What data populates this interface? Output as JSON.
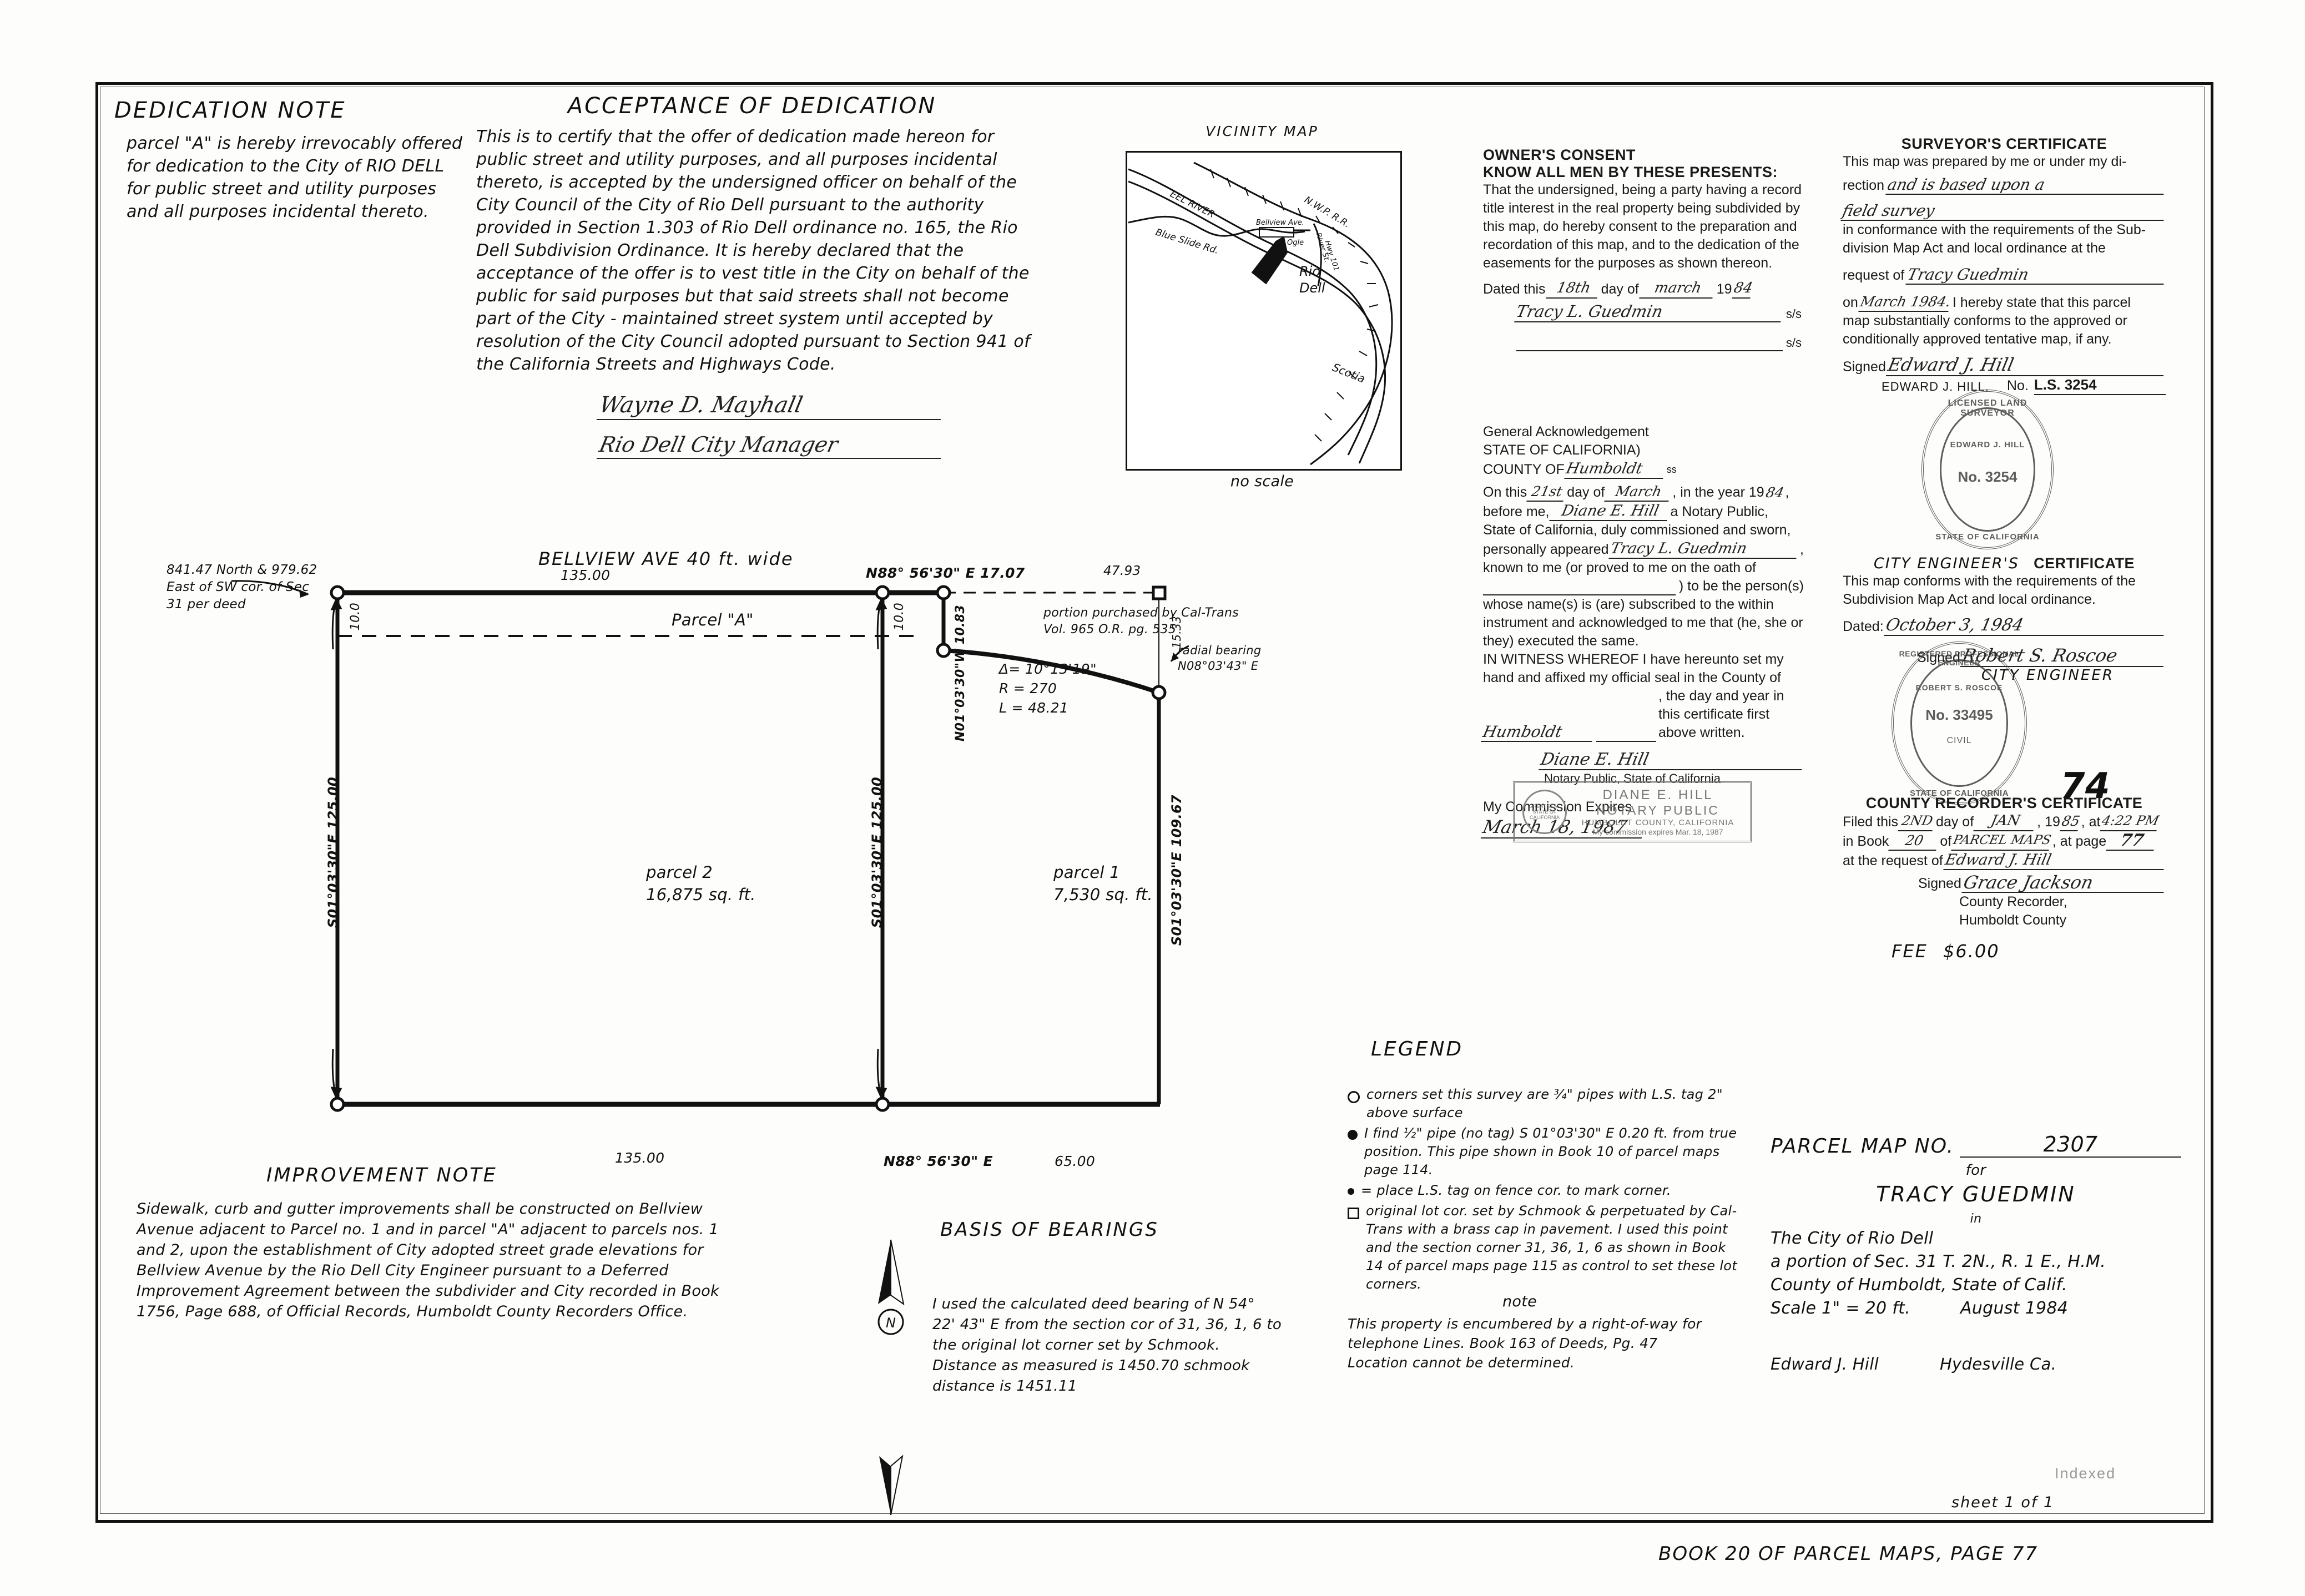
{
  "document": {
    "kind": "parcel-map",
    "footer": "BOOK 20 OF PARCEL MAPS, PAGE 77",
    "footer_book": "20",
    "footer_page": "77"
  },
  "dedication_note": {
    "heading": "DEDICATION NOTE",
    "body": "parcel \"A\" is hereby irrevocably offered for dedication to the City of RIO DELL for public street and utility purposes and all purposes incidental thereto."
  },
  "acceptance": {
    "heading": "ACCEPTANCE OF DEDICATION",
    "body": "This is to certify that the offer of dedication made hereon for public street and utility purposes, and all purposes incidental thereto, is accepted by the undersigned officer on behalf of the City Council of the City of Rio Dell pursuant to the authority provided in Section 1.303 of Rio Dell ordinance no. 165, the Rio Dell Subdivision Ordinance.    It is hereby declared that the acceptance of the offer is to vest title in the City on behalf of the public for said purposes but that said streets shall not become part of the City - maintained street system until accepted by resolution of the City Council adopted pursuant to Section 941 of the California Streets and Highways Code.",
    "signature": "Wayne D. Mayhall",
    "signature_title": "Rio Dell City Manager"
  },
  "vicinity_map": {
    "title": "VICINITY MAP",
    "scale_note": "no scale",
    "labels": [
      "EEL RIVER",
      "Blue Slide Rd.",
      "N.W.P. R.R.",
      "Bellview Ave.",
      "Ogle",
      "River St.",
      "Hwy 101",
      "Rio Dell",
      "Scotia"
    ]
  },
  "owners_consent": {
    "heading": "OWNER'S CONSENT",
    "subheading": "KNOW ALL MEN BY THESE PRESENTS:",
    "body": "That the undersigned, being a party having a record title interest in the real property being subdivided by this map, do hereby consent to the preparation and recordation of this map, and to the dedication of the easements for the purposes as shown thereon.",
    "dated_prefix": "Dated this",
    "dated_day": "18th",
    "dated_mid": "day of",
    "dated_month": "march",
    "dated_year_prefix": "19",
    "dated_year": "84",
    "signature": "Tracy L. Guedmin",
    "ss_mark": "s/s"
  },
  "acknowledgement": {
    "heading": "General Acknowledgement",
    "state_line": "STATE OF CALIFORNIA)",
    "ss": "ss",
    "county_label": "COUNTY OF",
    "county_value": "Humboldt",
    "line1_a": "On this",
    "line1_day": "21st",
    "line1_b": "day of",
    "line1_month": "March",
    "line1_c": ", in the year 19",
    "line1_year": "84",
    "line2_a": "before me,",
    "line2_notary": "Diane E. Hill",
    "line2_b": "a Notary Public,",
    "line3": "State of California, duly commissioned and sworn,",
    "line4_a": "personally appeared",
    "line4_name": "Tracy L. Guedmin",
    "line5": "known to me (or proved to me on the oath of",
    "line6": ") to be the person(s)",
    "line7": "whose name(s) is (are) subscribed to the within instrument and acknowledged to me that (he, she or they) executed the same.",
    "line8": "IN WITNESS WHEREOF I have hereunto set my hand and affixed my official seal in the County of",
    "county2": "Humboldt",
    "line9": ", the day and year in this certificate first above written.",
    "notary_signature": "Diane E. Hill",
    "notary_caption": "Notary Public, State of California",
    "commission_label": "My Commission Expires",
    "commission_value": "March 18, 1987",
    "stamp": {
      "name": "DIANE E. HILL",
      "role": "NOTARY PUBLIC",
      "county": "HUMBOLDT COUNTY, CALIFORNIA",
      "expiry": "My commission expires Mar. 18, 1987"
    }
  },
  "surveyors_certificate": {
    "heading": "SURVEYOR'S CERTIFICATE",
    "line1": "This map was prepared by me or under my di-",
    "line2_label": "rection",
    "line2_value": "and is based upon a",
    "line3_value": "field survey",
    "line4": "in conformance with the requirements of the Sub-",
    "line5": "division Map Act and local ordinance at the",
    "line6_label": "request of",
    "line6_value": "Tracy Guedmin",
    "line7_label": "on",
    "line7_value": "March 1984.",
    "line7_rest": "I hereby state that this parcel",
    "line8": "map substantially conforms to the approved or",
    "line9": "conditionally approved tentative map, if any.",
    "signed_label": "Signed",
    "signature": "Edward J. Hill",
    "printed_name": "EDWARD J. HILL.",
    "no_label": "No.",
    "license_no": "L.S. 3254",
    "seal": {
      "top_arc": "LICENSED LAND SURVEYOR",
      "name": "EDWARD J. HILL",
      "number": "No. 3254",
      "bottom_arc": "STATE OF CALIFORNIA"
    }
  },
  "city_engineers_certificate": {
    "heading_script": "CITY ENGINEER'S",
    "heading_type": "CERTIFICATE",
    "body": "This map conforms with the requirements of the Subdivision Map Act and local ordinance.",
    "dated_label": "Dated:",
    "dated_value": "October 3, 1984",
    "signed_label": "Signed",
    "signature": "Robert S. Roscoe",
    "caption": "CITY ENGINEER",
    "seal": {
      "top_arc": "REGISTERED PROFESSIONAL ENGINEER",
      "name": "ROBERT S. ROSCOE",
      "number": "No. 33495",
      "discipline": "CIVIL",
      "bottom_arc": "STATE OF CALIFORNIA"
    }
  },
  "county_recorders_certificate": {
    "stamp_number": "74",
    "heading": "COUNTY RECORDER'S CERTIFICATE",
    "filed_label": "Filed this",
    "filed_day": "2ND",
    "filed_mid": "day of",
    "filed_month": "JAN",
    "filed_year_prefix": ", 19",
    "filed_year": "85",
    "filed_at_label": ", at",
    "filed_time": "4:22 PM",
    "book_label": "in Book",
    "book_value": "20",
    "book_of": "of",
    "book_type": "PARCEL MAPS",
    "page_label": ", at page",
    "page_value": "77",
    "request_label": "at the request of",
    "request_value": "Edward J. Hill",
    "signed_label": "Signed",
    "signature": "Grace Jackson",
    "caption1": "County Recorder,",
    "caption2": "Humboldt County",
    "fee_label": "FEE",
    "fee_value": "$6.00"
  },
  "survey_drawing": {
    "street_label": "BELLVIEW  AVE  40 ft. wide",
    "parcel_a_label": "Parcel \"A\"",
    "tie_note": "841.47 North & 979.62 East of SW cor. of Sec 31 per deed",
    "top_dim_left": "135.00",
    "top_bearing_right": "N88° 56'30\" E  17.07",
    "offset_left": "10.0",
    "offset_mid": "10.0",
    "caltrans_dim": "47.93",
    "caltrans_note": "portion purchased by Cal-Trans Vol. 965 O.R. pg. 535",
    "radial_note": "radial bearing N08°03'43\" E",
    "curve_delta": "Δ= 10°13'19\"",
    "curve_radius": "R = 270",
    "curve_length": "L = 48.21",
    "right_offset_dim": "15.33",
    "segment_1083_bearing": "N01°03'30\"W  10.83",
    "left_side_dim": "S01°03'30\"E  125.00",
    "mid_side_dim": "S01°03'30\"E  125.00",
    "right_side_dim": "S01°03'30\"E  109.67",
    "parcel2_name": "parcel 2",
    "parcel2_area": "16,875 sq. ft.",
    "parcel1_name": "parcel 1",
    "parcel1_area": "7,530 sq. ft.",
    "bottom_dim_left": "135.00",
    "bottom_bearing": "N88° 56'30\" E",
    "bottom_dim_right": "65.00"
  },
  "improvement_note": {
    "heading": "IMPROVEMENT NOTE",
    "body": "Sidewalk, curb and gutter improvements shall be constructed on Bellview Avenue adjacent to Parcel no. 1 and in parcel \"A\" adjacent to parcels nos. 1 and 2, upon the establishment of City adopted street grade elevations for Bellview Avenue by the Rio Dell City Engineer pursuant to a Deferred Improvement Agreement between the subdivider and City recorded in Book 1756, Page 688, of Official Records, Humboldt County Recorders Office."
  },
  "basis_of_bearings": {
    "heading": "BASIS OF BEARINGS",
    "body": "I used the calculated deed bearing of N 54° 22' 43\" E from the section cor of 31, 36, 1, 6 to the original lot corner set by Schmook. Distance as measured is 1450.70 schmook distance is 1451.11",
    "north_letter": "N"
  },
  "legend": {
    "heading": "LEGEND",
    "items": [
      {
        "marker": "open-circle",
        "text": "corners set this survey are ¾\" pipes with L.S. tag 2\" above surface"
      },
      {
        "marker": "filled-circle",
        "text": "I find ½\" pipe (no tag) S 01°03'30\" E 0.20 ft. from true position. This pipe shown in Book 10 of parcel maps page 114."
      },
      {
        "marker": "dot",
        "text": "= place L.S. tag on fence cor. to mark corner."
      },
      {
        "marker": "square",
        "text": "original lot cor. set by Schmook & perpetuated by Cal-Trans with a brass cap in pavement. I used this point and the section corner 31, 36, 1, 6 as shown in Book 14 of parcel maps page 115 as control to set these lot corners."
      }
    ],
    "note_heading": "note",
    "note_body": "This property is encumbered by a right-of-way for telephone Lines. Book 163 of Deeds, Pg. 47 Location cannot be determined."
  },
  "title_block": {
    "map_label": "PARCEL MAP NO.",
    "map_number": "2307",
    "for_label": "for",
    "owner": "TRACY GUEDMIN",
    "in_label": "in",
    "city_line": "The City  of      Rio Dell",
    "section_line": "a portion of Sec. 31 T. 2N., R. 1 E., H.M.",
    "county_line": "County of Humboldt, State of Calif.",
    "scale_label": "Scale 1\" = 20 ft.",
    "date_label": "August  1984",
    "surveyor": "Edward J. Hill",
    "surveyor_city": "Hydesville Ca.",
    "indexed_stamp": "Indexed",
    "sheet": "sheet 1 of 1"
  }
}
